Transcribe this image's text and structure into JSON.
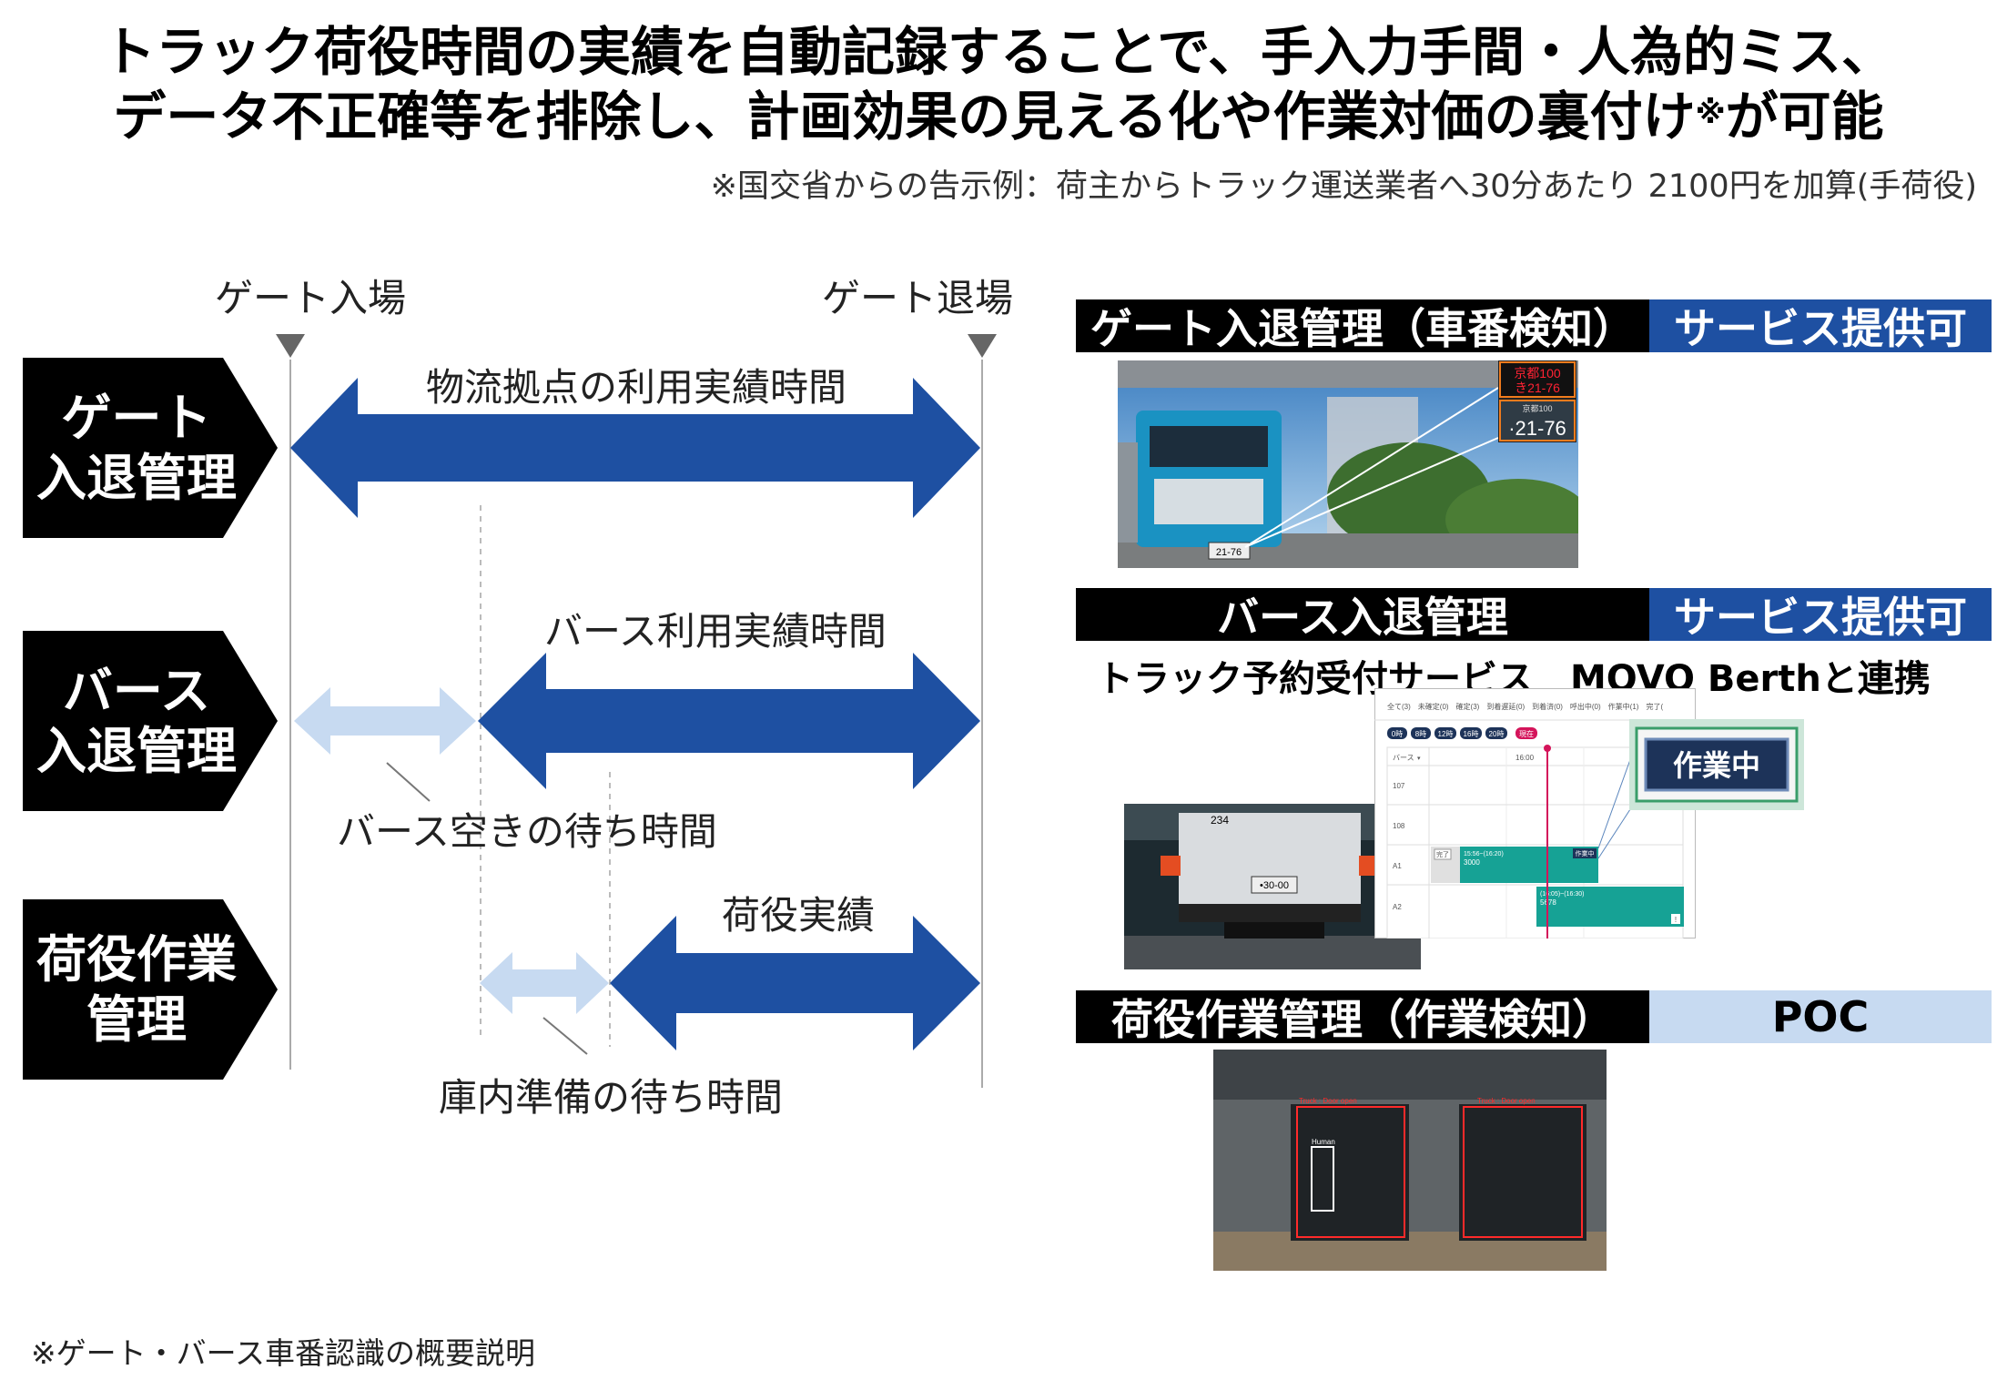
{
  "title": {
    "line1": "トラック荷役時間の実績を自動記録することで、手入力手間・人為的ミス、",
    "line2": "データ不正確等を排除し、計画効果の見える化や作業対価の裏付け",
    "line2_mark": "※",
    "line2_tail": "が可能"
  },
  "note": "※国交省からの告示例：荷主からトラック運送業者へ30分あたり 2100円を加算(手荷役)",
  "timeline": {
    "gate_in": "ゲート入場",
    "gate_out": "ゲート退場",
    "rows": [
      {
        "line1": "ゲート",
        "line2": "入退管理"
      },
      {
        "line1": "バース",
        "line2": "入退管理"
      },
      {
        "line1": "荷役作業",
        "line2": "管理"
      }
    ],
    "arrow_labels": {
      "hub_usage": "物流拠点の利用実績時間",
      "berth_usage": "バース利用実績時間",
      "berth_wait": "バース空きの待ち時間",
      "loading": "荷役実績",
      "warehouse_wait": "庫内準備の待ち時間"
    }
  },
  "panels": {
    "gate": {
      "title": "ゲート入退管理（車番検知）",
      "status": "サービス提供可"
    },
    "berth": {
      "title": "バース入退管理",
      "status": "サービス提供可",
      "integration": "トラック予約受付サービス　MOVO Berthと連携"
    },
    "loading": {
      "title": "荷役作業管理（作業検知）",
      "status": "POC"
    }
  },
  "plate": {
    "line1": "京都100",
    "line2": "き21-76",
    "small": "京都100",
    "big": "·21-76",
    "truck_plate": "21-76"
  },
  "rear_plate": {
    "top": "234",
    "mid": "•30-00"
  },
  "schedule": {
    "filters": "全て(3)　未確定(0)　確定(3)　到着遅延(0)　到着済(0)　呼出中(0)　作業中(1)　完了(",
    "pills": [
      "0時",
      "8時",
      "12時",
      "16時",
      "20時"
    ],
    "now_pill": "現在",
    "col_label": "バース",
    "time_label": "16:00",
    "rows": [
      "107",
      "108",
      "A1",
      "A2"
    ],
    "done_tag": "完了",
    "block1_time": "15:56~(16:20)",
    "block1_id": "3000",
    "block1_tag": "作業中",
    "block2_time": "(16:05)~(16:30)",
    "block2_id": "5678",
    "block2_tag": "!",
    "zoom_label": "作業中"
  },
  "detection": {
    "door_label": "Truck : Door open",
    "human_label": "Human",
    "door_label2": "Truck : Door open"
  },
  "colors": {
    "dark_blue": "#1e50a2",
    "light_blue": "#c7daf1",
    "teal": "#16a295",
    "magenta": "#d4145a"
  },
  "footnote": "※ゲート・バース車番認識の概要説明"
}
